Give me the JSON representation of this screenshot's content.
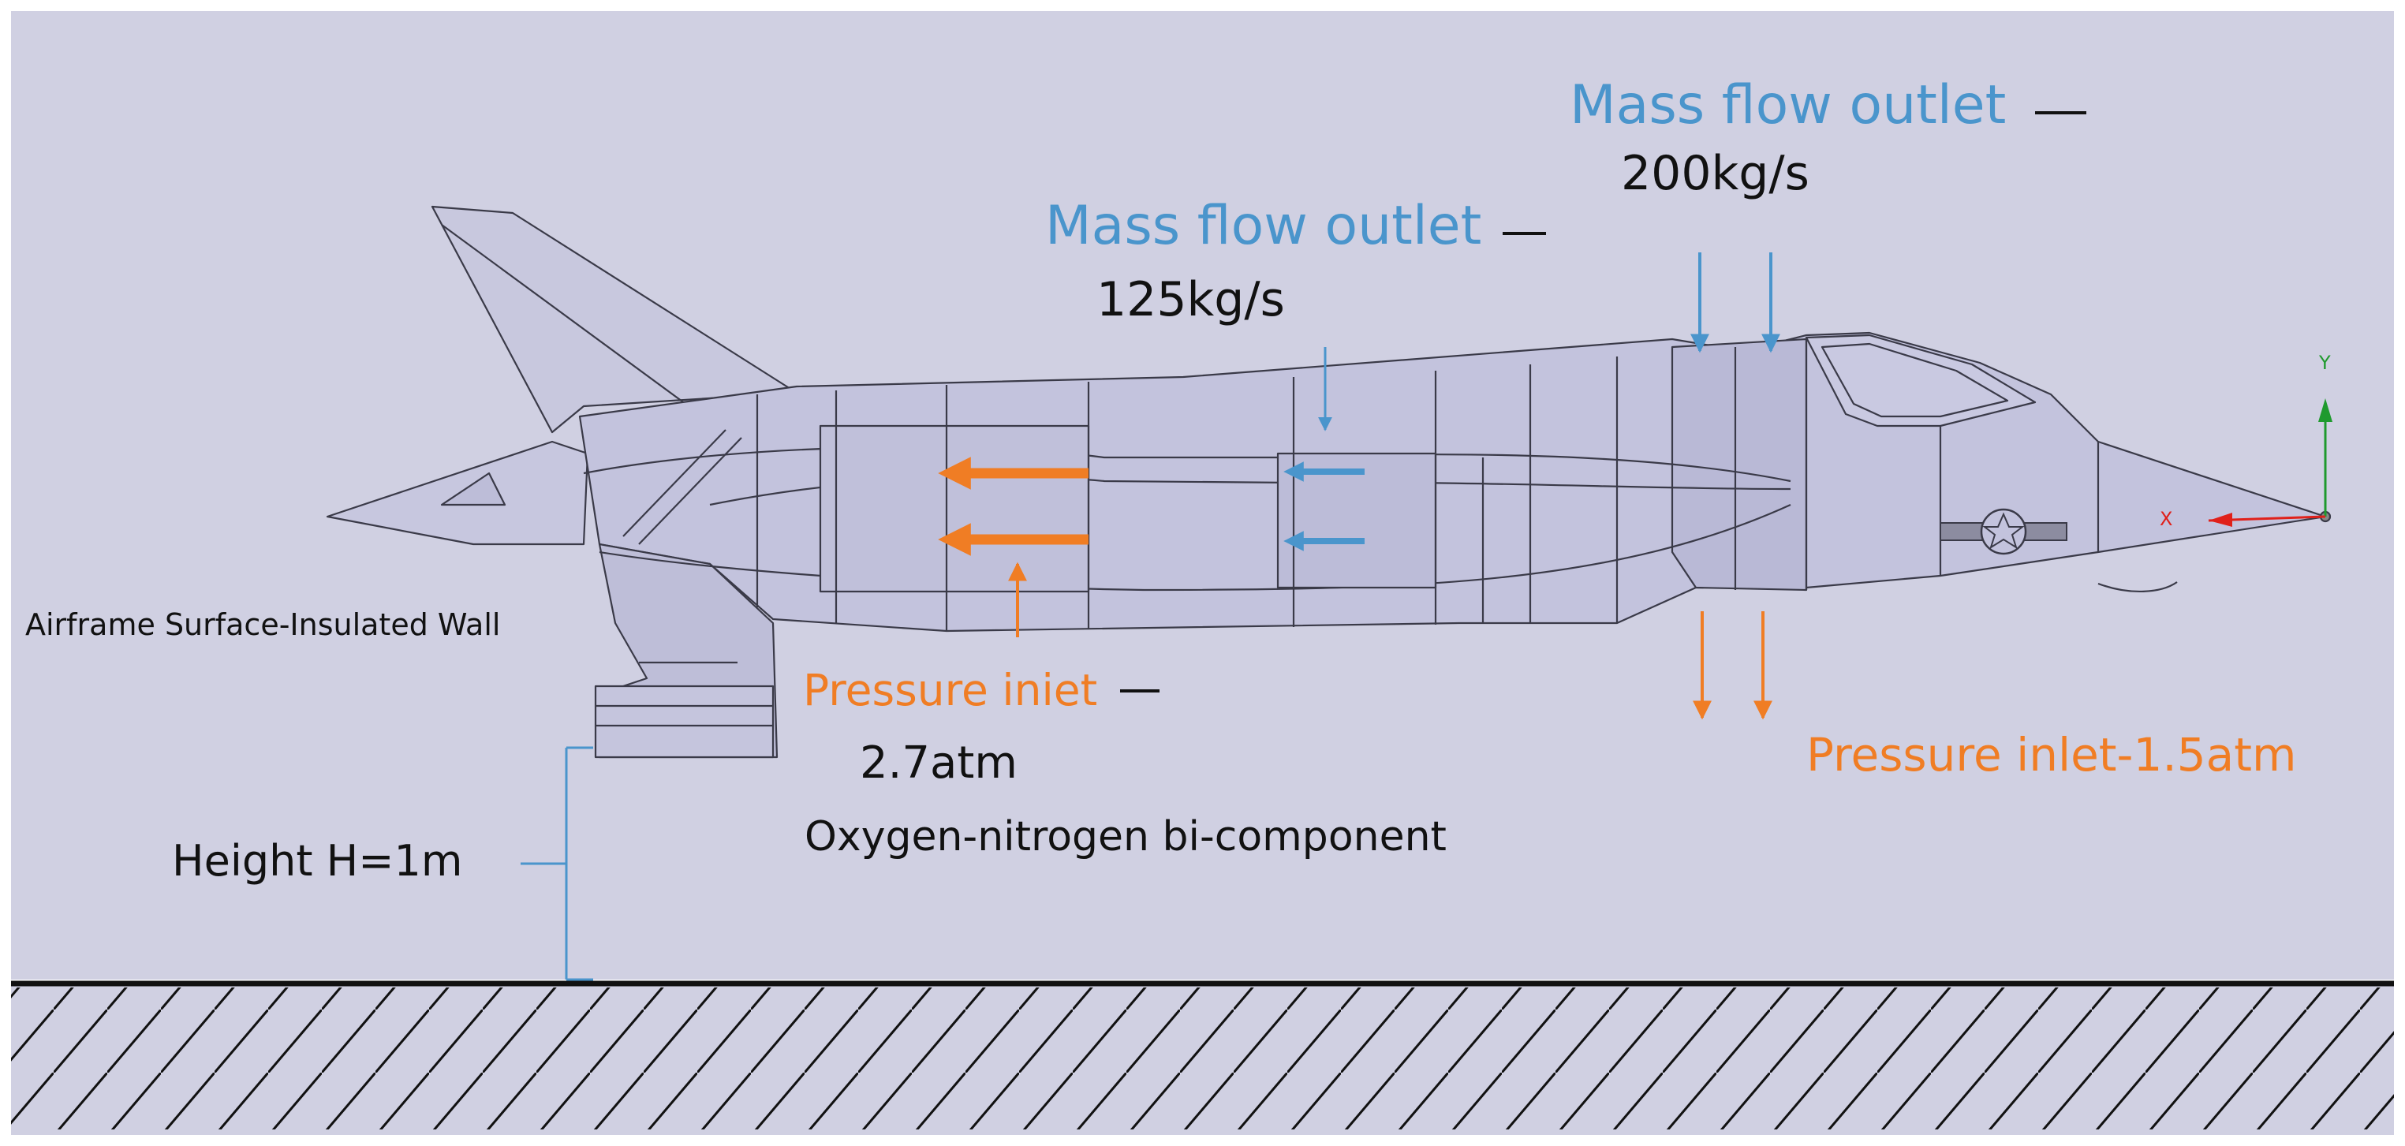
{
  "colors": {
    "background": "#d0d0e2",
    "blue_annotation": "#4a95cc",
    "orange_annotation": "#f07d24",
    "ground": "#111111",
    "airframe_fill": "#c3c3dd",
    "airframe_line": "#3a3a48",
    "axis_y": "#1f9a2e",
    "axis_x": "#e0201a"
  },
  "labels": {
    "mass_flow_outlet_top": "Mass flow outlet",
    "mass_flow_outlet_top_value": "200kg/s",
    "mass_flow_outlet_mid": "Mass flow outlet",
    "mass_flow_outlet_mid_value": "125kg/s",
    "airframe_wall": "Airframe Surface-Insulated Wall",
    "pressure_inlet_left": "Pressure iniet",
    "pressure_inlet_left_value": "2.7atm",
    "pressure_inlet_left_gas": "Oxygen-nitrogen bi-component",
    "pressure_inlet_right": "Pressure inlet-1.5atm",
    "height": "Height H=1m",
    "axis_y": "Y",
    "axis_x": "X"
  },
  "icons": {
    "flow_arrows": "arrow-icon",
    "ground_hatch": "hatch-pattern",
    "roundel": "star-roundel-icon"
  }
}
